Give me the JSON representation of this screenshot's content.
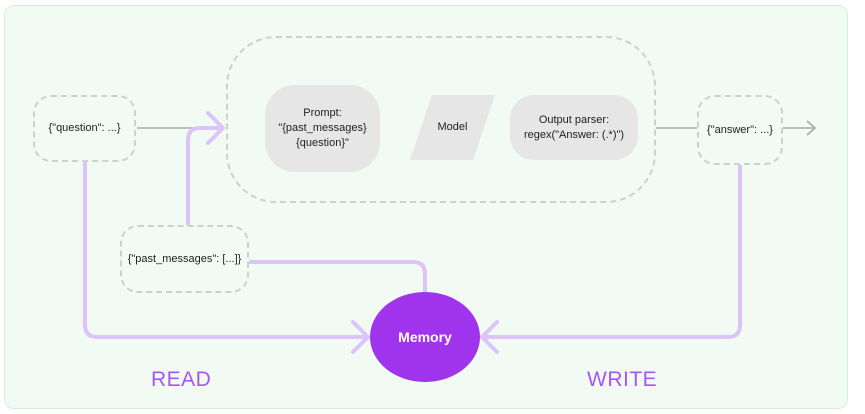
{
  "nodes": {
    "question_input": "{\"question\": ...}",
    "prompt": "Prompt:\n\"{past_messages}\n{question}\"",
    "model": "Model",
    "output_parser": "Output parser:\nregex(\"Answer: (.*)\")",
    "answer_output": "{\"answer\": ...}",
    "past_messages": "{\"past_messages\": [...]}",
    "memory": "Memory"
  },
  "labels": {
    "read": "READ",
    "write": "WRITE"
  },
  "colors": {
    "background": "#f1fbf3",
    "dashed_border": "#c9d2cb",
    "arrow_gray": "#a5aaa6",
    "purple_line": "#dcc4fb",
    "memory_fill": "#a033ec",
    "label_purple": "#a855f7",
    "node_fill": "#e6e6e6"
  }
}
